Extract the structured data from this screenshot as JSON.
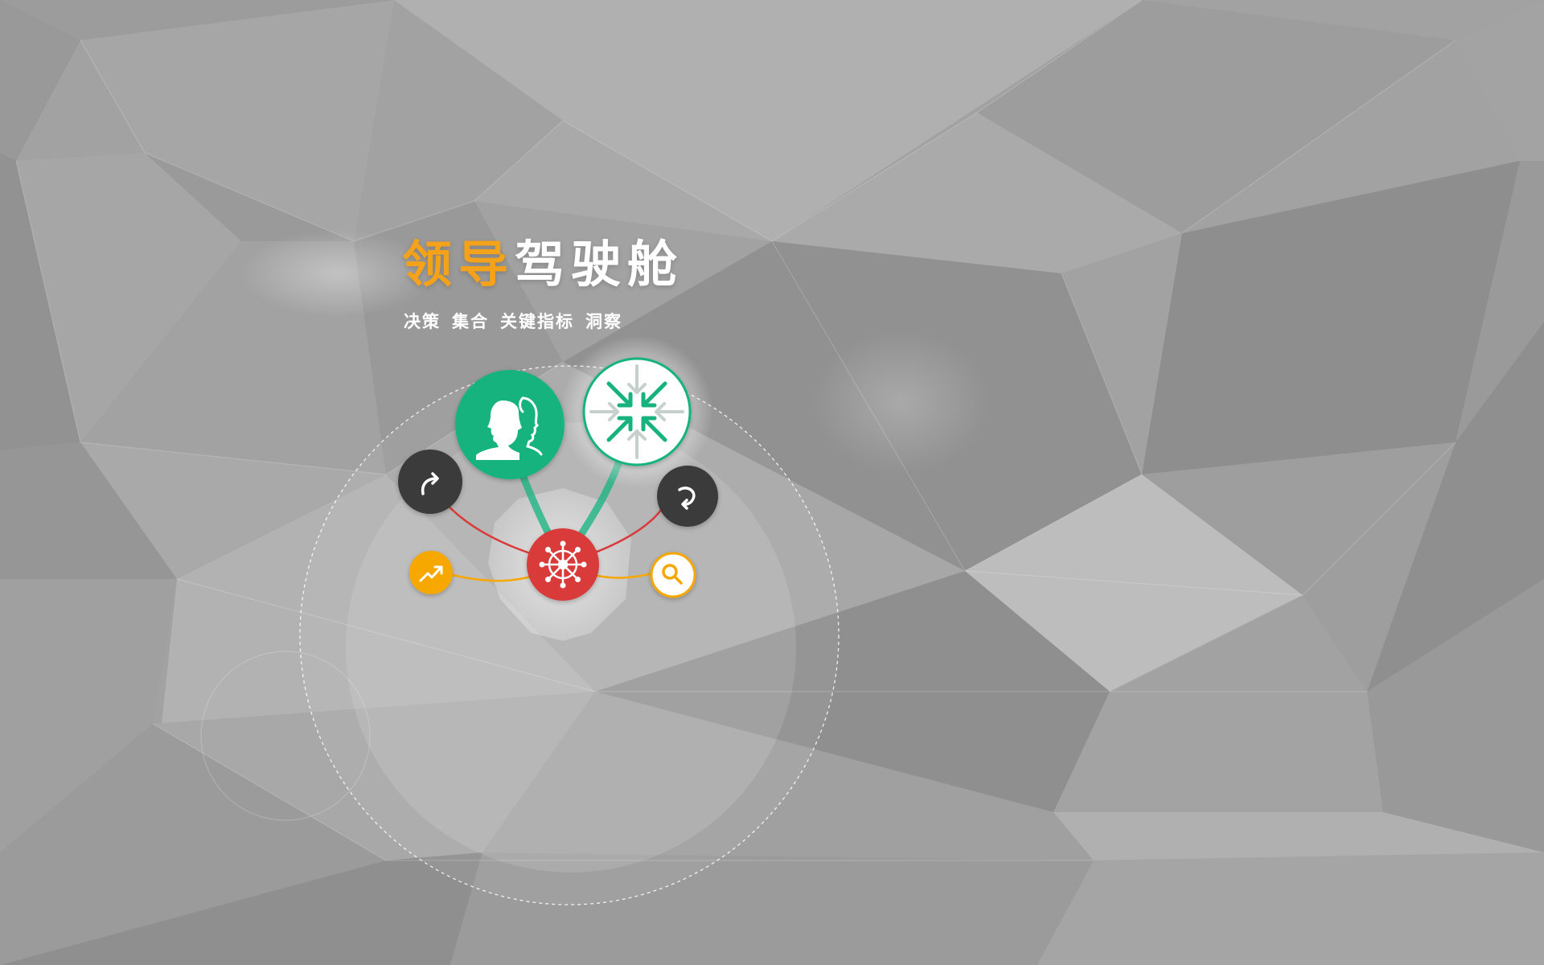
{
  "title": {
    "accent_text": "领导",
    "rest_text": "驾驶舱"
  },
  "subtitle": {
    "items": [
      "决策",
      "集合",
      "关键指标",
      "洞察"
    ]
  },
  "nodes": {
    "center": {
      "icon": "ship-wheel-icon",
      "color": "#d93a3a"
    },
    "leader": {
      "icon": "people-profile-icon",
      "color": "#13b37f"
    },
    "aggregate": {
      "icon": "converge-arrows-icon",
      "color": "#13b37f"
    },
    "redo": {
      "icon": "redo-arrow-icon",
      "color": "#3a3a3a"
    },
    "rotate": {
      "icon": "rotate-arrow-icon",
      "color": "#3a3a3a"
    },
    "trend": {
      "icon": "trend-up-icon",
      "color": "#f6a700"
    },
    "search": {
      "icon": "search-icon",
      "color": "#f6a700"
    }
  },
  "colors": {
    "accent": "#f4a21a",
    "green": "#13b37f",
    "red": "#d93a3a",
    "orange": "#f6a700",
    "dark": "#3a3a3a",
    "background": "#a3a3a3"
  }
}
